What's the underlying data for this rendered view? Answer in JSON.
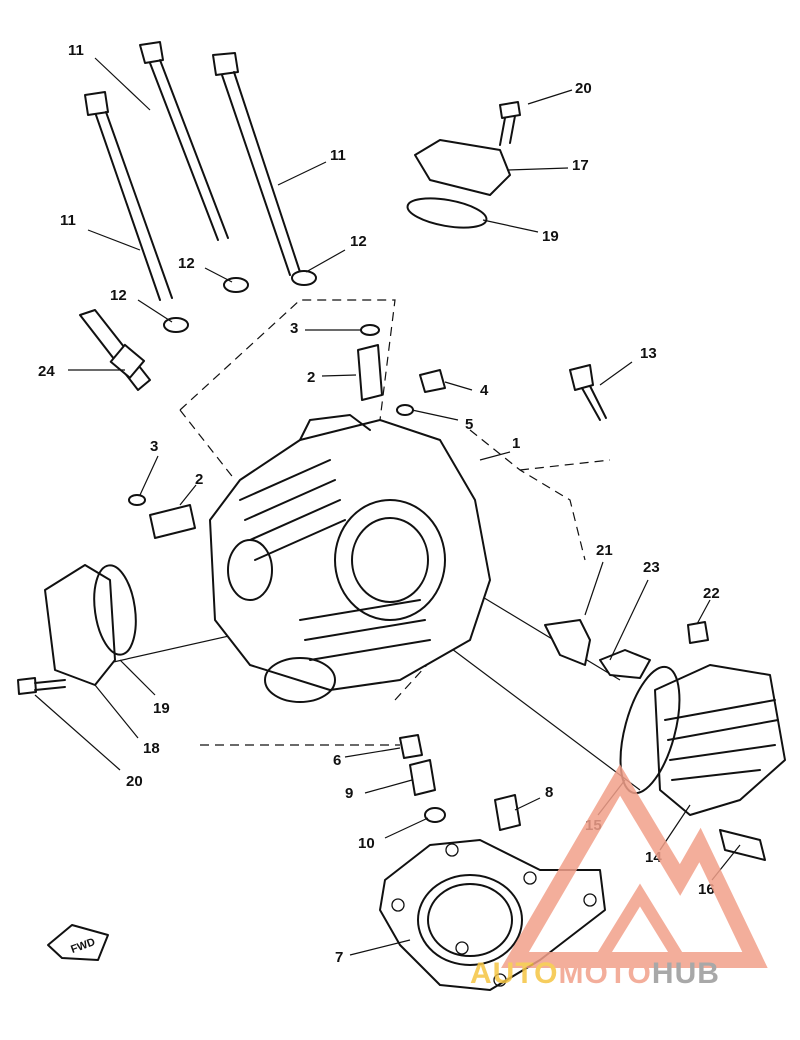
{
  "callouts": {
    "c11a": "11",
    "c11b": "11",
    "c11c": "11",
    "c12a": "12",
    "c12b": "12",
    "c12c": "12",
    "c24": "24",
    "c3a": "3",
    "c3b": "3",
    "c2a": "2",
    "c2b": "2",
    "c4": "4",
    "c5": "5",
    "c1": "1",
    "c13": "13",
    "c20a": "20",
    "c17": "17",
    "c19a": "19",
    "c19b": "19",
    "c18": "18",
    "c20b": "20",
    "c21": "21",
    "c23": "23",
    "c22": "22",
    "c6": "6",
    "c9": "9",
    "c10": "10",
    "c8": "8",
    "c15": "15",
    "c14": "14",
    "c16": "16",
    "c7": "7"
  },
  "fwd_label": "FWD",
  "watermark": {
    "part1": "AUTO",
    "part2": "MOTO",
    "part3": "HUB",
    "color_primary": "#f2a08a",
    "color_secondary": "#f5c542",
    "color_gray": "#9a9a9a"
  }
}
